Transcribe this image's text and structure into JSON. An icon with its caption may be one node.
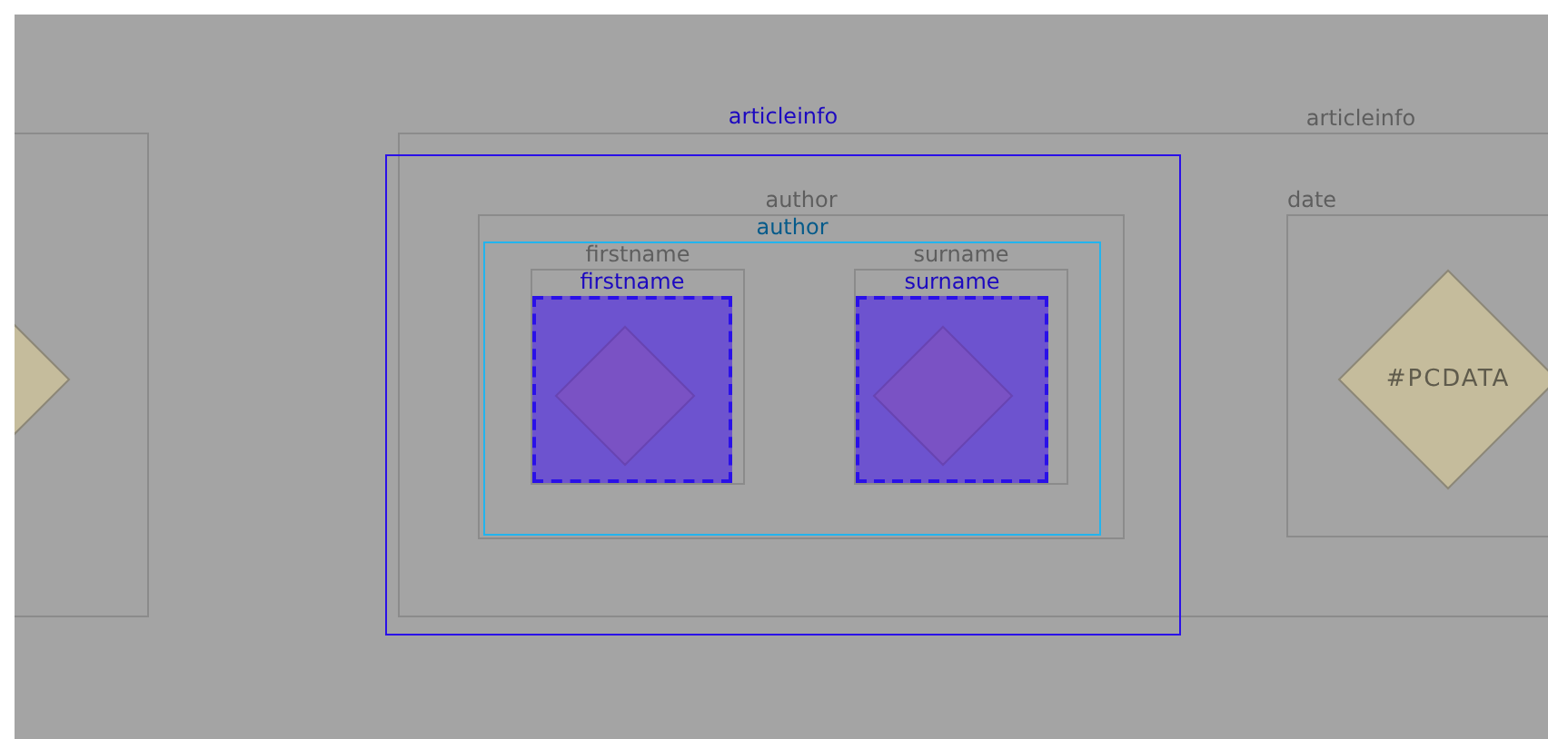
{
  "diagram": {
    "nodes": [
      {
        "text": [],
        "shape": "box"
      },
      {
        "text": [],
        "shape": "diamond",
        "in": 0
      },
      {
        "text": [
          "articleinfo"
        ]
      },
      {
        "text": [
          "articleinfo"
        ],
        "in": 2
      },
      {
        "text": [
          "author"
        ],
        "in": 3
      },
      {
        "text": [
          "author"
        ],
        "in": 4
      },
      {
        "text": [
          "firstname"
        ],
        "in": 5
      },
      {
        "text": [
          "firstname"
        ],
        "in": 6
      },
      {
        "text": [],
        "shape": "diamond",
        "in": 7
      },
      {
        "text": [
          "surname"
        ],
        "in": 5
      },
      {
        "text": [
          "surname"
        ],
        "in": 9
      },
      {
        "text": [],
        "shape": "diamond",
        "in": 10
      },
      {
        "text": [
          "date"
        ],
        "in": 2
      },
      {
        "text": [
          "#PCDATA"
        ],
        "in": 12
      }
    ]
  }
}
